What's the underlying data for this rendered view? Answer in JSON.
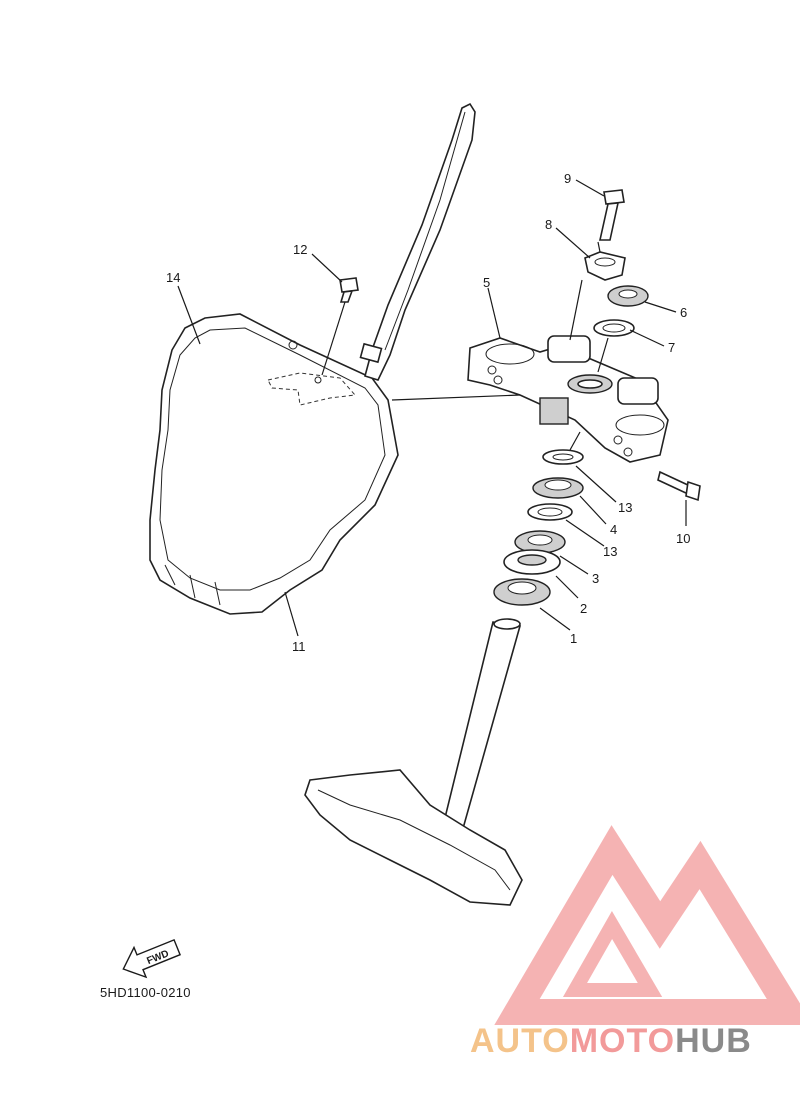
{
  "diagram": {
    "callouts": {
      "c1": "1",
      "c2": "2",
      "c3": "3",
      "c4": "4",
      "c5": "5",
      "c6": "6",
      "c7": "7",
      "c8": "8",
      "c9": "9",
      "c10": "10",
      "c11": "11",
      "c12": "12",
      "c13a": "13",
      "c13b": "13",
      "c14": "14"
    },
    "fwd_label": "FWD",
    "drawing_code": "5HD1100-0210"
  },
  "watermark": {
    "brand_part1": "AUTO",
    "brand_part2": "MOTO",
    "brand_part3": "HUB",
    "colors": {
      "auto": "#f4c38a",
      "moto": "#f29a9a",
      "hub": "#8a8a8a",
      "logo": "#f29a9a"
    }
  }
}
